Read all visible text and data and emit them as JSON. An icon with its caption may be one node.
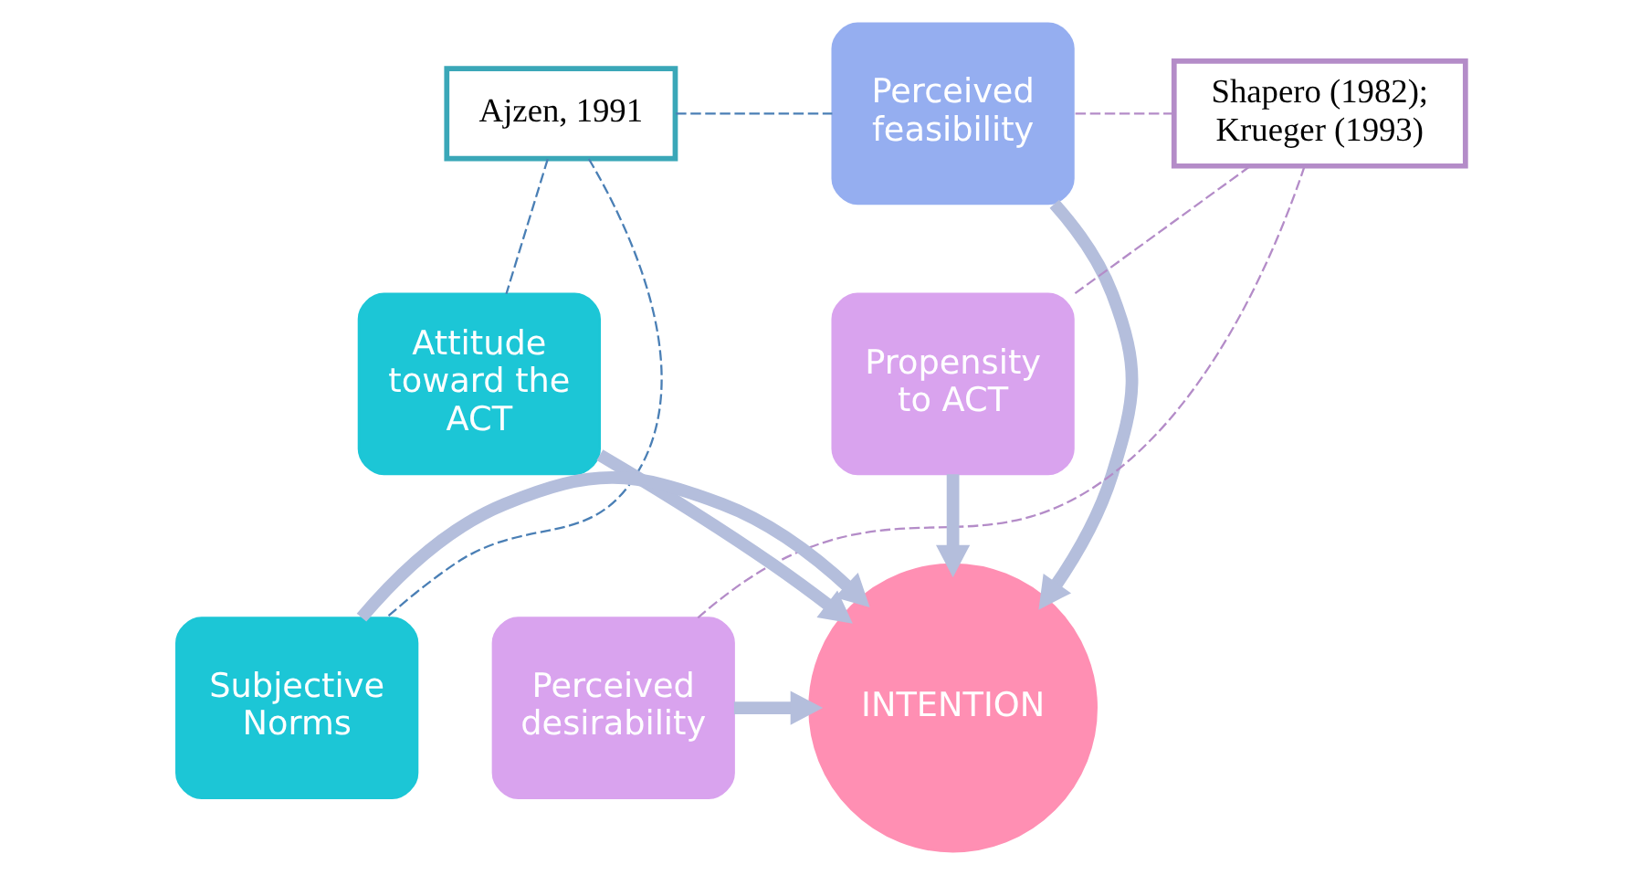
{
  "diagram": {
    "nodes": [
      {
        "text": [
          "Ajzen, 1991"
        ]
      },
      {
        "text": [
          "Perceived feasibility"
        ]
      },
      {
        "text": [
          "Shapero (1982); Krueger (1993)"
        ]
      },
      {
        "text": [
          "Attitude toward the ACT"
        ]
      },
      {
        "text": [
          "Propensity to ACT"
        ]
      },
      {
        "text": [
          "Subjective Norms"
        ]
      },
      {
        "text": [
          "INTENTION"
        ]
      },
      {
        "text": [
          "Perceived desirability"
        ]
      }
    ],
    "edges": [
      {
        "from": 3,
        "to": 6,
        "arrow": "to",
        "style": "thick",
        "color": "#b4bedc"
      },
      {
        "from": 1,
        "to": 6,
        "arrow": "to",
        "style": "thick",
        "color": "#b4bedc"
      },
      {
        "from": 4,
        "to": 6,
        "arrow": "to",
        "style": "thick",
        "color": "#b4bedc"
      },
      {
        "from": 5,
        "to": 6,
        "arrow": "to",
        "style": "thick",
        "color": "#b4bedc"
      },
      {
        "from": 7,
        "to": 6,
        "arrow": "to",
        "style": "thick",
        "color": "#b4bedc"
      },
      {
        "from": 0,
        "to": 1,
        "arrow": "none",
        "style": "dashed",
        "color": "#4a7fb5"
      },
      {
        "from": 0,
        "to": 3,
        "arrow": "none",
        "style": "dashed",
        "color": "#4a7fb5"
      },
      {
        "from": 0,
        "to": 5,
        "arrow": "none",
        "style": "dashed",
        "color": "#4a7fb5"
      },
      {
        "from": 2,
        "to": 1,
        "arrow": "none",
        "style": "dashed",
        "color": "#b48cc8"
      },
      {
        "from": 2,
        "to": 4,
        "arrow": "none",
        "style": "dashed",
        "color": "#b48cc8"
      },
      {
        "from": 2,
        "to": 7,
        "arrow": "none",
        "style": "dashed",
        "color": "#b48cc8"
      }
    ]
  }
}
